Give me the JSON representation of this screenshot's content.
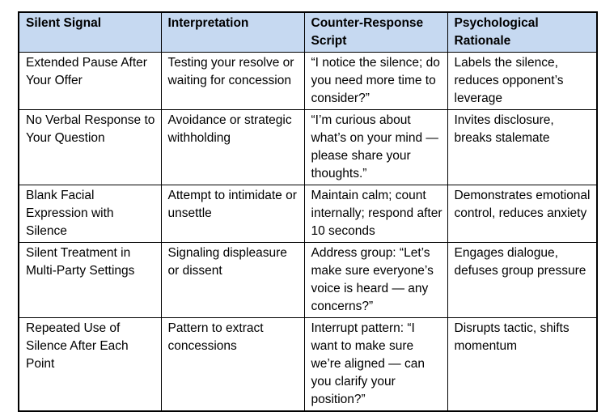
{
  "colors": {
    "header_bg": "#c6d9f1",
    "border": "#000000",
    "text": "#000000",
    "page_bg": "#ffffff"
  },
  "table": {
    "columns": [
      "Silent Signal",
      "Interpretation",
      "Counter-Response Script",
      "Psychological Rationale"
    ],
    "rows": [
      [
        "Extended Pause After Your Offer",
        "Testing your resolve or waiting for concession",
        "“I notice the silence; do you need more time to consider?”",
        "Labels the silence, reduces opponent’s leverage"
      ],
      [
        "No Verbal Response to Your Question",
        "Avoidance or strategic withholding",
        "“I’m curious about what’s on your mind — please share your thoughts.”",
        "Invites disclosure, breaks stalemate"
      ],
      [
        "Blank Facial Expression with Silence",
        "Attempt to intimidate or unsettle",
        "Maintain calm; count internally; respond after 10 seconds",
        "Demonstrates emotional control, reduces anxiety"
      ],
      [
        "Silent Treatment in Multi-Party Settings",
        "Signaling displeasure or dissent",
        "Address group: “Let’s make sure everyone’s voice is heard — any concerns?”",
        "Engages dialogue, defuses group pressure"
      ],
      [
        "Repeated Use of Silence After Each Point",
        "Pattern to extract concessions",
        "Interrupt pattern: “I want to make sure we’re aligned — can you clarify your position?”",
        "Disrupts tactic, shifts momentum"
      ]
    ]
  }
}
